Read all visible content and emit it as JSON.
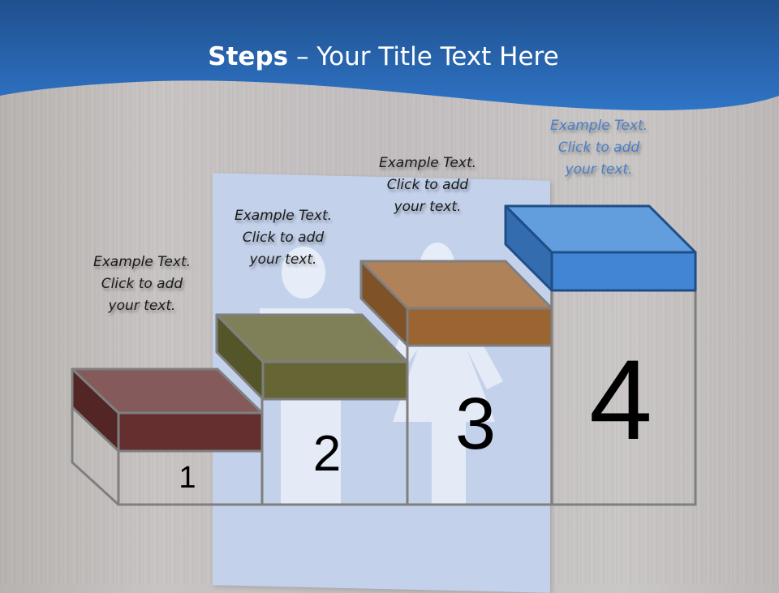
{
  "slide": {
    "title_bold": "Steps",
    "title_rest": " – Your Title Text Here"
  },
  "steps": [
    {
      "number": "1",
      "text_line1": "Example Text.",
      "text_line2": "Click  to add",
      "text_line3": "your text.",
      "color_front": "#652f2f",
      "color_top": "#845a5a",
      "color_side": "#532525"
    },
    {
      "number": "2",
      "text_line1": "Example Text.",
      "text_line2": "Click  to add",
      "text_line3": "your text.",
      "color_front": "#666634",
      "color_top": "#808058",
      "color_side": "#55552a"
    },
    {
      "number": "3",
      "text_line1": "Example Text.",
      "text_line2": "Click  to add",
      "text_line3": "your text.",
      "color_front": "#9b6533",
      "color_top": "#b08259",
      "color_side": "#7f5228"
    },
    {
      "number": "4",
      "text_line1": "Example Text.",
      "text_line2": "Click  to add",
      "text_line3": "your text.",
      "color_front": "#4285d5",
      "color_top": "#629ddd",
      "color_side": "#346cb0"
    }
  ],
  "colors": {
    "header_blue": "#2c6cbe",
    "outline_gray": "#808080",
    "accent_text_blue": "#4a80c6"
  }
}
